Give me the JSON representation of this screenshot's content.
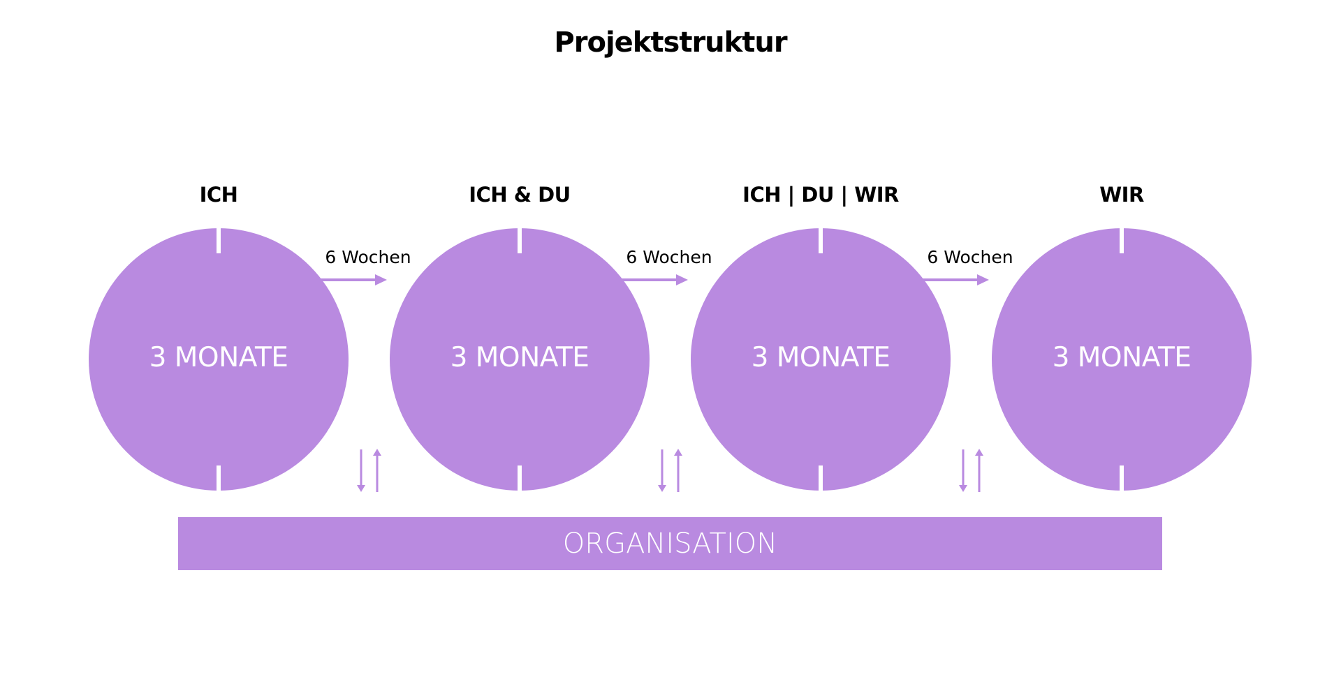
{
  "title": "Projektstruktur",
  "phases": [
    {
      "label": "ICH",
      "duration": "3 MONATE"
    },
    {
      "label": "ICH & DU",
      "duration": "3 MONATE"
    },
    {
      "label": "ICH | DU | WIR",
      "duration": "3 MONATE"
    },
    {
      "label": "WIR",
      "duration": "3 MONATE"
    }
  ],
  "transitions": [
    "6 Wochen",
    "6 Wochen",
    "6 Wochen"
  ],
  "organisation": "ORGANISATION",
  "colors": {
    "accent": "#b98ae0"
  }
}
